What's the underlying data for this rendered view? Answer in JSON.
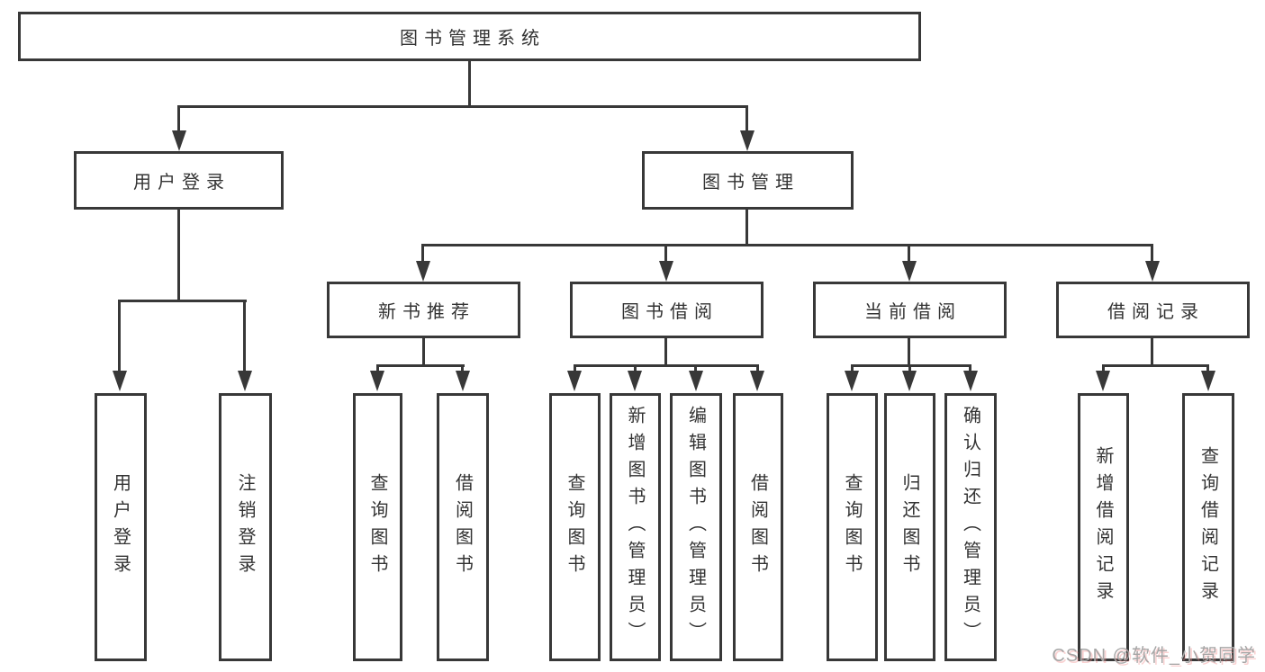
{
  "tree": {
    "root": "图书管理系统",
    "level2": [
      "用户登录",
      "图书管理"
    ],
    "level3": [
      "新书推荐",
      "图书借阅",
      "当前借阅",
      "借阅记录"
    ],
    "login_children": [
      "用户登录",
      "注销登录"
    ],
    "recommend_children": [
      "查询图书",
      "借阅图书"
    ],
    "borrow_children": [
      "查询图书",
      "新增图书（管理员）",
      "编辑图书（管理员）",
      "借阅图书"
    ],
    "current_children": [
      "查询图书",
      "归还图书",
      "确认归还（管理员）"
    ],
    "record_children": [
      "新增借阅记录",
      "查询借阅记录"
    ]
  },
  "watermark": "CSDN @软件_小贺同学",
  "colors": {
    "line": "#383838",
    "text": "#333333",
    "watermark": "#a6a6a6",
    "background": "#ffffff"
  }
}
